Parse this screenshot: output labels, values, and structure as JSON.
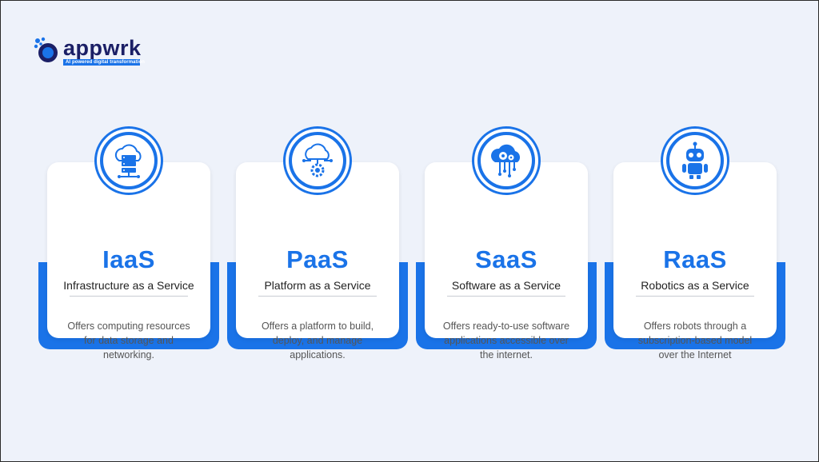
{
  "brand": {
    "name": "appwrk",
    "tagline": "AI powered digital transformation",
    "colors": {
      "primary": "#1a73e8",
      "dark": "#1b1f66",
      "background": "#eef2fa"
    }
  },
  "cards": [
    {
      "icon": "cloud-server-icon",
      "title": "IaaS",
      "subtitle": "Infrastructure as a Service",
      "description": "Offers computing resources for data storage and networking."
    },
    {
      "icon": "cloud-gear-icon",
      "title": "PaaS",
      "subtitle": "Platform as a Service",
      "description": "Offers a platform to build, deploy, and manage applications."
    },
    {
      "icon": "cloud-software-icon",
      "title": "SaaS",
      "subtitle": "Software as a Service",
      "description": "Offers ready-to-use software applications accessible over the internet."
    },
    {
      "icon": "robot-icon",
      "title": "RaaS",
      "subtitle": "Robotics as a Service",
      "description": "Offers robots through a subscription-based model over the Internet"
    }
  ]
}
